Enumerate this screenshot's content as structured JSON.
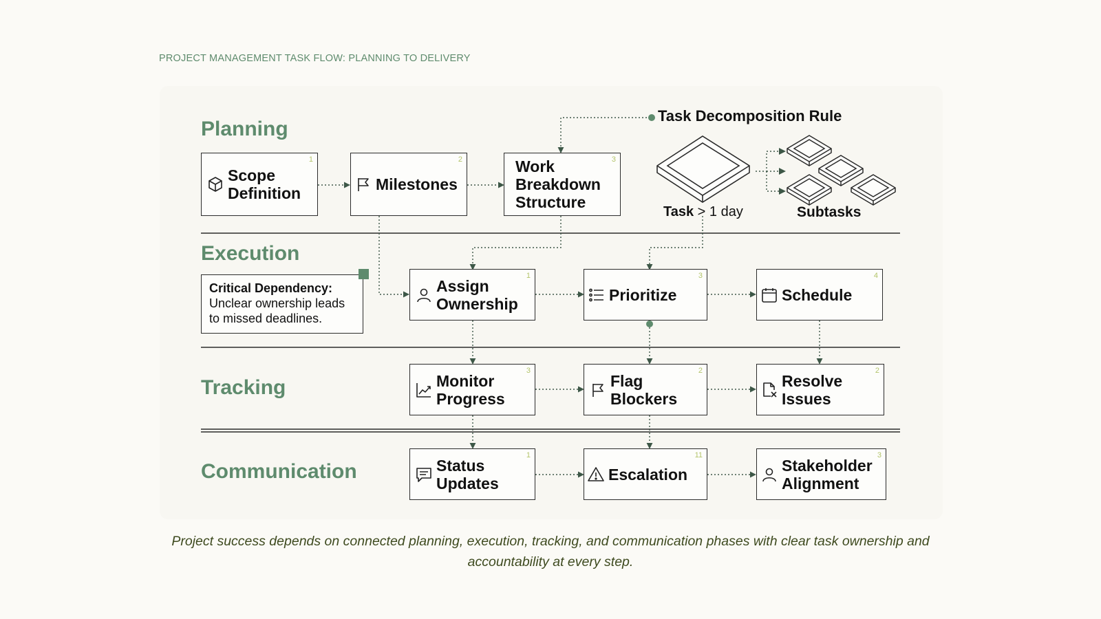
{
  "title": "PROJECT MANAGEMENT TASK FLOW: PLANNING TO DELIVERY",
  "phases": {
    "planning": "Planning",
    "execution": "Execution",
    "tracking": "Tracking",
    "communication": "Communication"
  },
  "nodes": {
    "scope_definition": {
      "label": "Scope\nDefinition",
      "num": "1",
      "icon": "cube-icon"
    },
    "milestones": {
      "label": "Milestones",
      "num": "2",
      "icon": "flag-icon"
    },
    "wbs": {
      "label": "Work\nBreakdown\nStructure",
      "num": "3"
    },
    "assign_ownership": {
      "label": "Assign\nOwnership",
      "num": "1",
      "icon": "person-icon"
    },
    "prioritize": {
      "label": "Prioritize",
      "num": "3",
      "icon": "list-icon"
    },
    "schedule": {
      "label": "Schedule",
      "num": "4",
      "icon": "calendar-icon"
    },
    "monitor_progress": {
      "label": "Monitor\nProgress",
      "num": "3",
      "icon": "trend-chart-icon"
    },
    "flag_blockers": {
      "label": "Flag\nBlockers",
      "num": "2",
      "icon": "flag-icon"
    },
    "resolve_issues": {
      "label": "Resolve\nIssues",
      "num": "2",
      "icon": "document-x-icon"
    },
    "status_updates": {
      "label": "Status\nUpdates",
      "num": "1",
      "icon": "chat-icon"
    },
    "escalation": {
      "label": "Escalation",
      "num": "11",
      "icon": "warning-icon"
    },
    "stakeholder_alignment": {
      "label": "Stakeholder\nAlignment",
      "num": "3",
      "icon": "person-icon"
    }
  },
  "callout": {
    "title": "Critical Dependency:",
    "body": "Unclear ownership leads\nto missed deadlines."
  },
  "decomposition": {
    "rule_title": "Task Decomposition Rule",
    "task_word": "Task",
    "task_condition": "> 1 day",
    "subtasks_label": "Subtasks"
  },
  "caption": "Project success depends on connected planning, execution, tracking, and communication phases with clear task ownership and accountability at every step.",
  "colors": {
    "accent_green": "#5e8b6d",
    "number_green": "#b3c46a",
    "caption_olive": "#3e4a1f",
    "line": "#2b2b2b",
    "background": "#fbfaf6"
  }
}
